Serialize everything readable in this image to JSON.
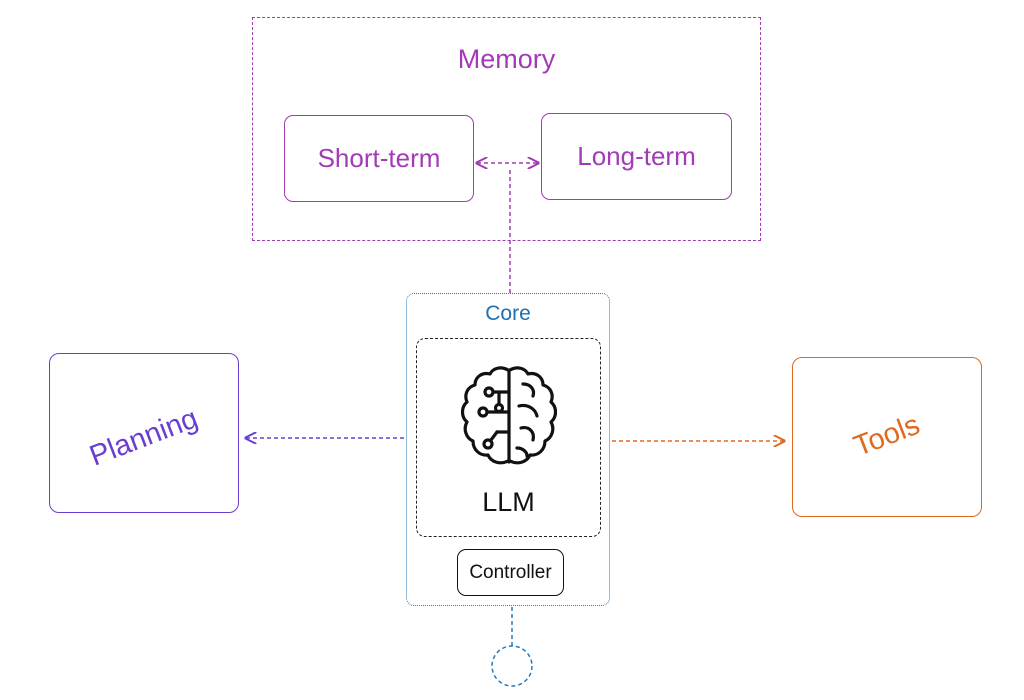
{
  "memory": {
    "title": "Memory",
    "short_term": "Short-term",
    "long_term": "Long-term"
  },
  "core": {
    "title": "Core",
    "llm_label": "LLM",
    "controller_label": "Controller"
  },
  "planning": {
    "label": "Planning"
  },
  "tools": {
    "label": "Tools"
  },
  "icons": {
    "llm": "brain-icon",
    "bottom": "dashed-circle-icon"
  },
  "colors": {
    "memory": "#a23bb5",
    "core": "#2a7ab8",
    "planning": "#6a3fd0",
    "tools": "#e0691e",
    "llm": "#222222"
  }
}
